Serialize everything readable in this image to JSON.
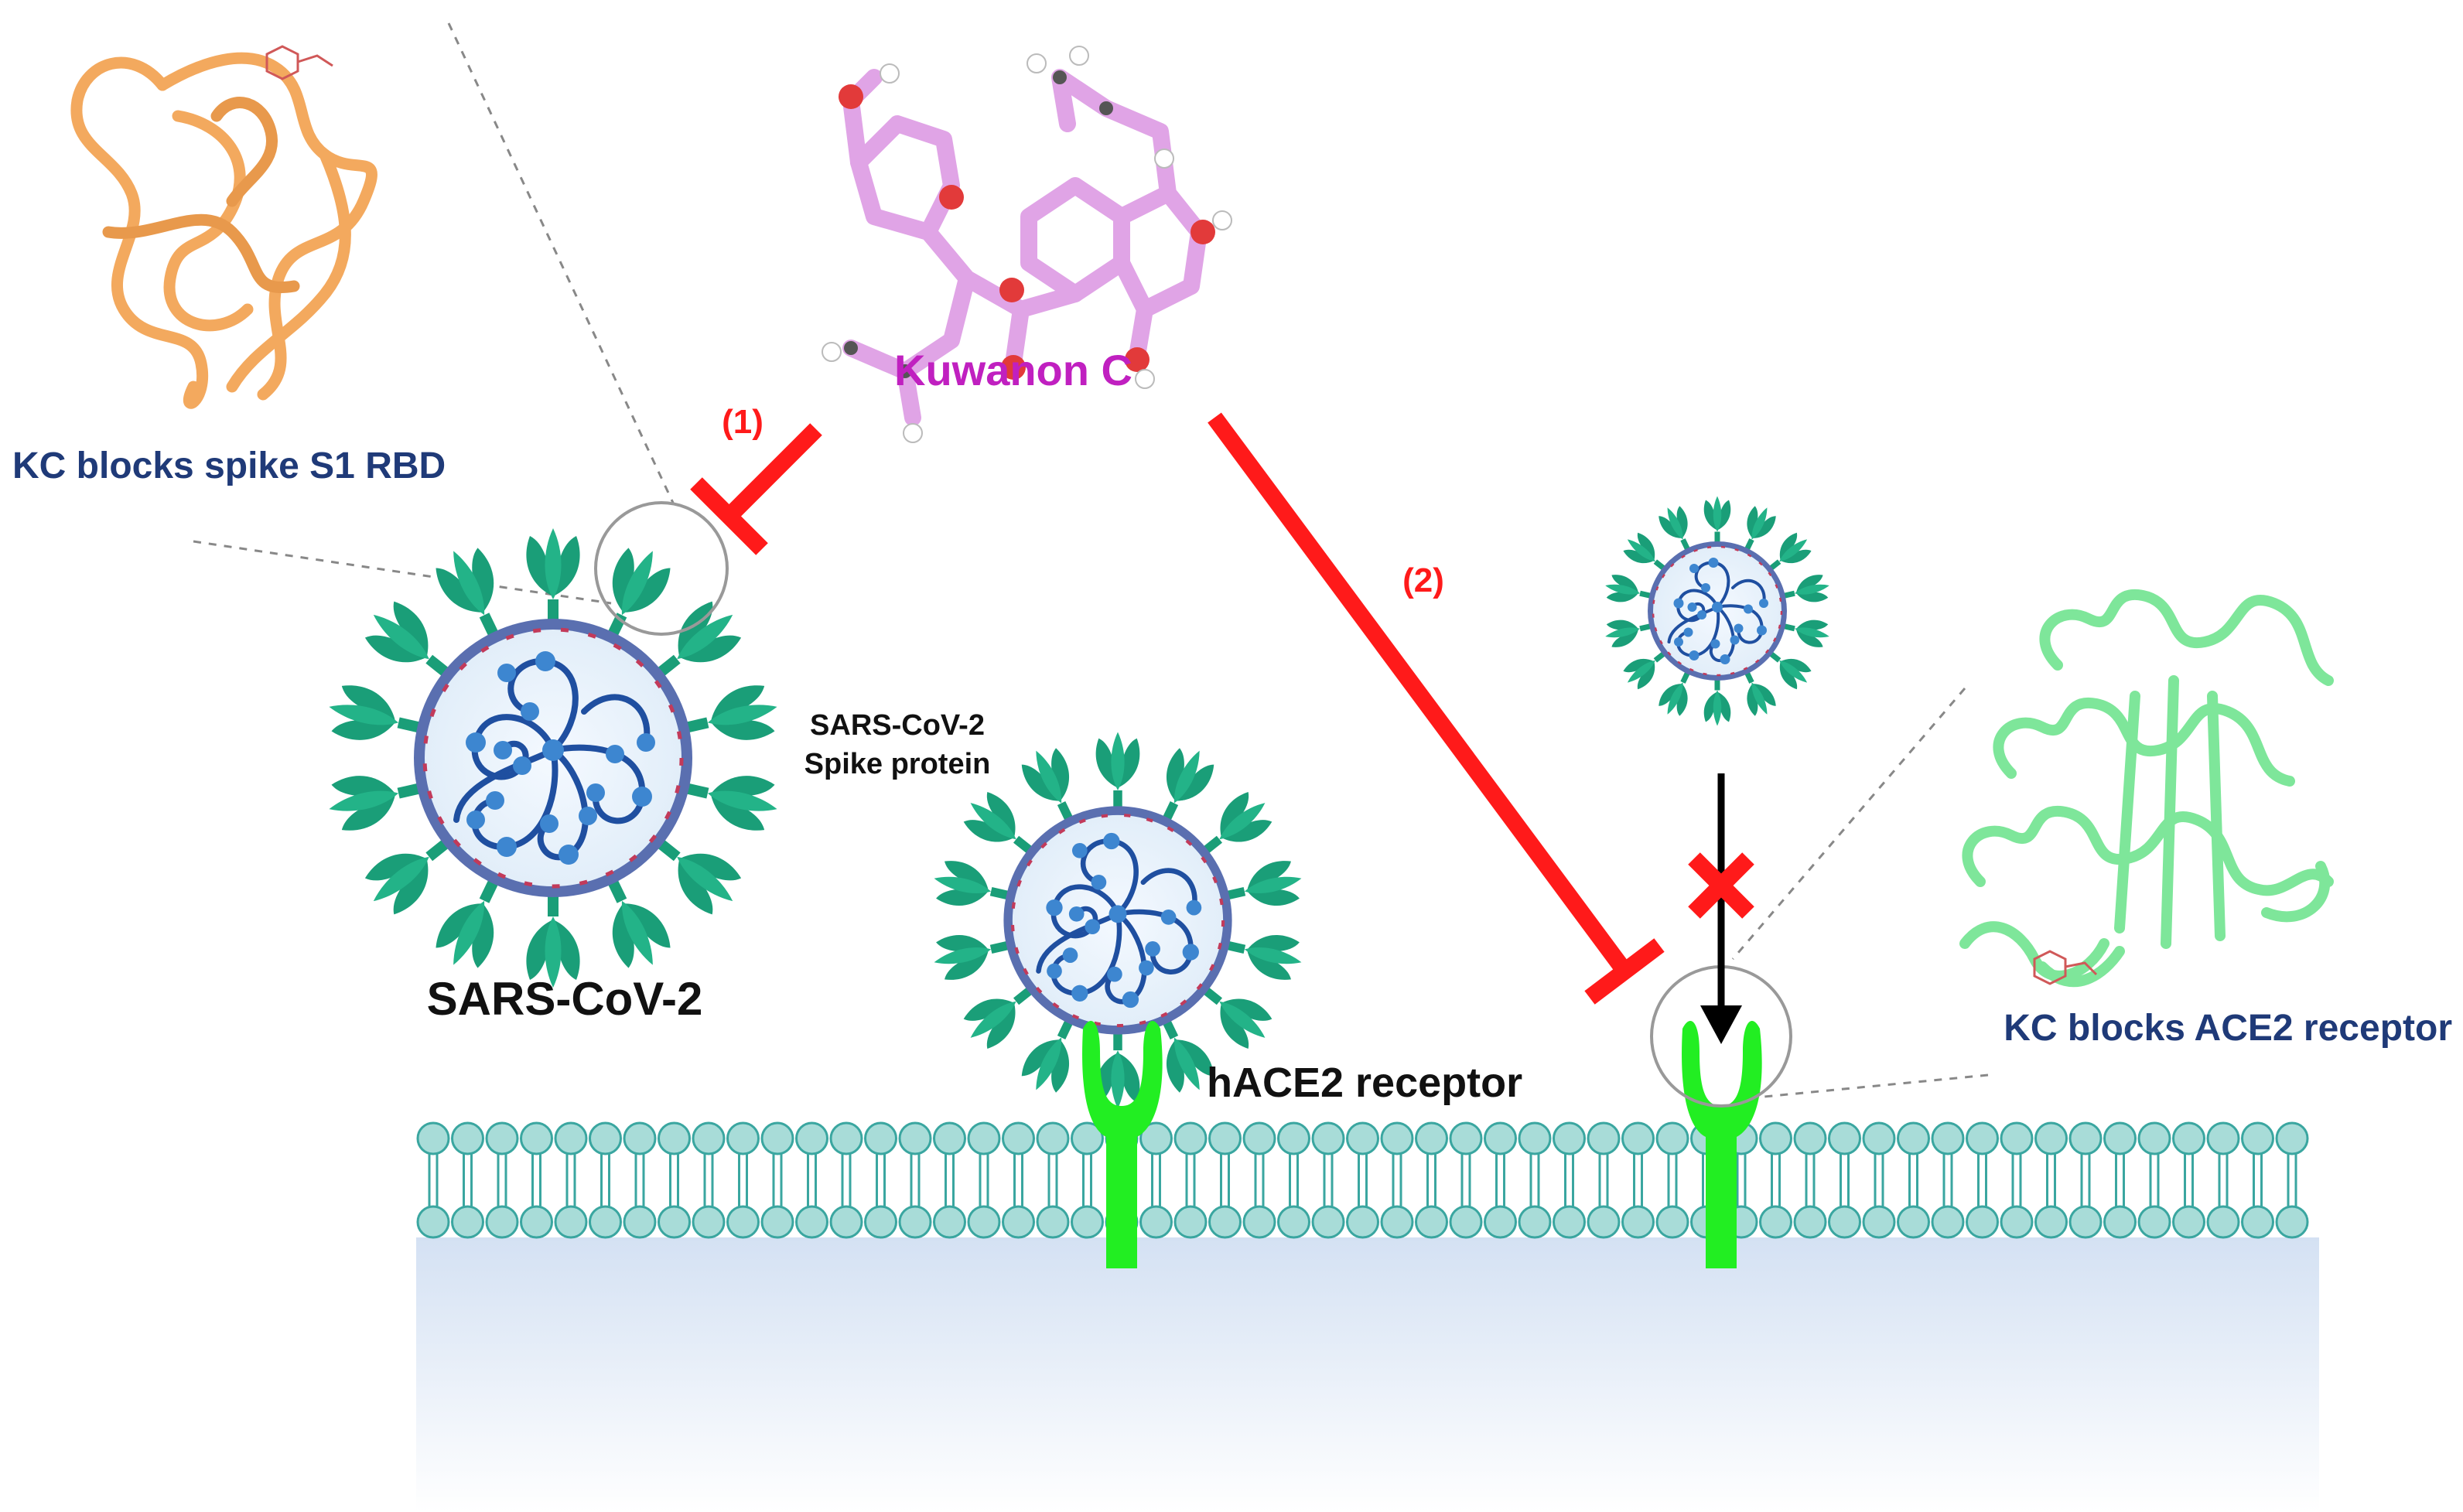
{
  "labels": {
    "rbd_caption": "KC blocks spike S1 RBD",
    "compound_name": "Kuwanon C",
    "mechanism_1": "(1)",
    "mechanism_2": "(2)",
    "spike_label_line1": "SARS-CoV-2",
    "spike_label_line2": "Spike protein",
    "virus_name": "SARS-CoV-2",
    "receptor_name": "hACE2 receptor",
    "ace2_caption": "KC blocks ACE2 receptor"
  },
  "colors": {
    "caption_text": "#1f3a78",
    "compound_text": "#c020c0",
    "inhibition": "#ff1a1a",
    "spike": "#1a9e78",
    "envelope": "#5a6fb0",
    "rna": "#1f4fa0",
    "rna_node": "#3d86d0",
    "receptor": "#22ee22",
    "membrane": "#a8dcd8",
    "membrane_stroke": "#3aa6a0",
    "rbd_ribbon": "#f3a95e",
    "ace2_ribbon": "#7ee69a",
    "molecule": "#e0a4e6"
  },
  "icons": {
    "rbd_structure": "protein-ribbon-icon",
    "ace2_structure": "protein-ribbon-icon",
    "molecule": "ball-and-stick-molecule-icon",
    "blocked": "red-x-icon",
    "virion": "virus-particle-icon"
  }
}
